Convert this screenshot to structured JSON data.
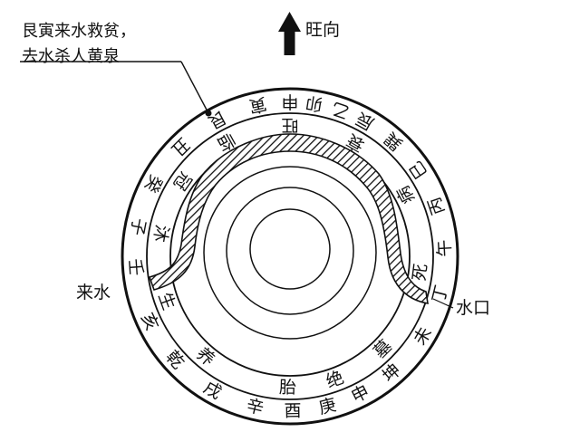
{
  "direction_label": "旺向",
  "annotation": {
    "line1": "艮寅来水救贫，",
    "line2": "去水杀人黄泉"
  },
  "inflow_label": "来水",
  "outlet_label": "水口",
  "outer_ring_chars": [
    {
      "ch": "申",
      "angle": 0
    },
    {
      "ch": "卯",
      "angle": 9
    },
    {
      "ch": "乙",
      "angle": 19
    },
    {
      "ch": "辰",
      "angle": 29
    },
    {
      "ch": "巽",
      "angle": 42
    },
    {
      "ch": "巳",
      "angle": 56
    },
    {
      "ch": "丙",
      "angle": 71
    },
    {
      "ch": "午",
      "angle": 87
    },
    {
      "ch": "丁",
      "angle": 104
    },
    {
      "ch": "未",
      "angle": 121
    },
    {
      "ch": "坤",
      "angle": 139
    },
    {
      "ch": "申",
      "angle": 153
    },
    {
      "ch": "庚",
      "angle": 166
    },
    {
      "ch": "酉",
      "angle": 179
    },
    {
      "ch": "辛",
      "angle": 193
    },
    {
      "ch": "戌",
      "angle": 210
    },
    {
      "ch": "乾",
      "angle": 228
    },
    {
      "ch": "亥",
      "angle": 245
    },
    {
      "ch": "壬",
      "angle": 266
    },
    {
      "ch": "子",
      "angle": 281
    },
    {
      "ch": "癸",
      "angle": 298
    },
    {
      "ch": "丑",
      "angle": 315
    },
    {
      "ch": "艮",
      "angle": 332
    },
    {
      "ch": "寅",
      "angle": 348
    }
  ],
  "inner_ring_chars": [
    {
      "ch": "旺",
      "angle": 0
    },
    {
      "ch": "衰",
      "angle": 30
    },
    {
      "ch": "病",
      "angle": 62
    },
    {
      "ch": "死",
      "angle": 97
    },
    {
      "ch": "墓",
      "angle": 135
    },
    {
      "ch": "绝",
      "angle": 160
    },
    {
      "ch": "胎",
      "angle": 181
    },
    {
      "ch": "养",
      "angle": 220
    },
    {
      "ch": "生",
      "angle": 250
    },
    {
      "ch": "沐",
      "angle": 280
    },
    {
      "ch": "冠",
      "angle": 305
    },
    {
      "ch": "临",
      "angle": 331
    }
  ]
}
